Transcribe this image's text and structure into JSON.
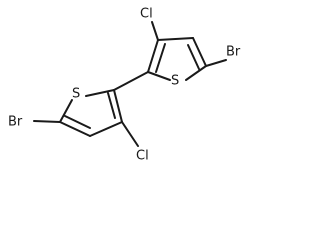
{
  "molecule": {
    "upper_ring": {
      "cl": "Cl",
      "s": "S",
      "br": "Br"
    },
    "lower_ring": {
      "br": "Br",
      "s": "S",
      "cl": "Cl"
    }
  }
}
